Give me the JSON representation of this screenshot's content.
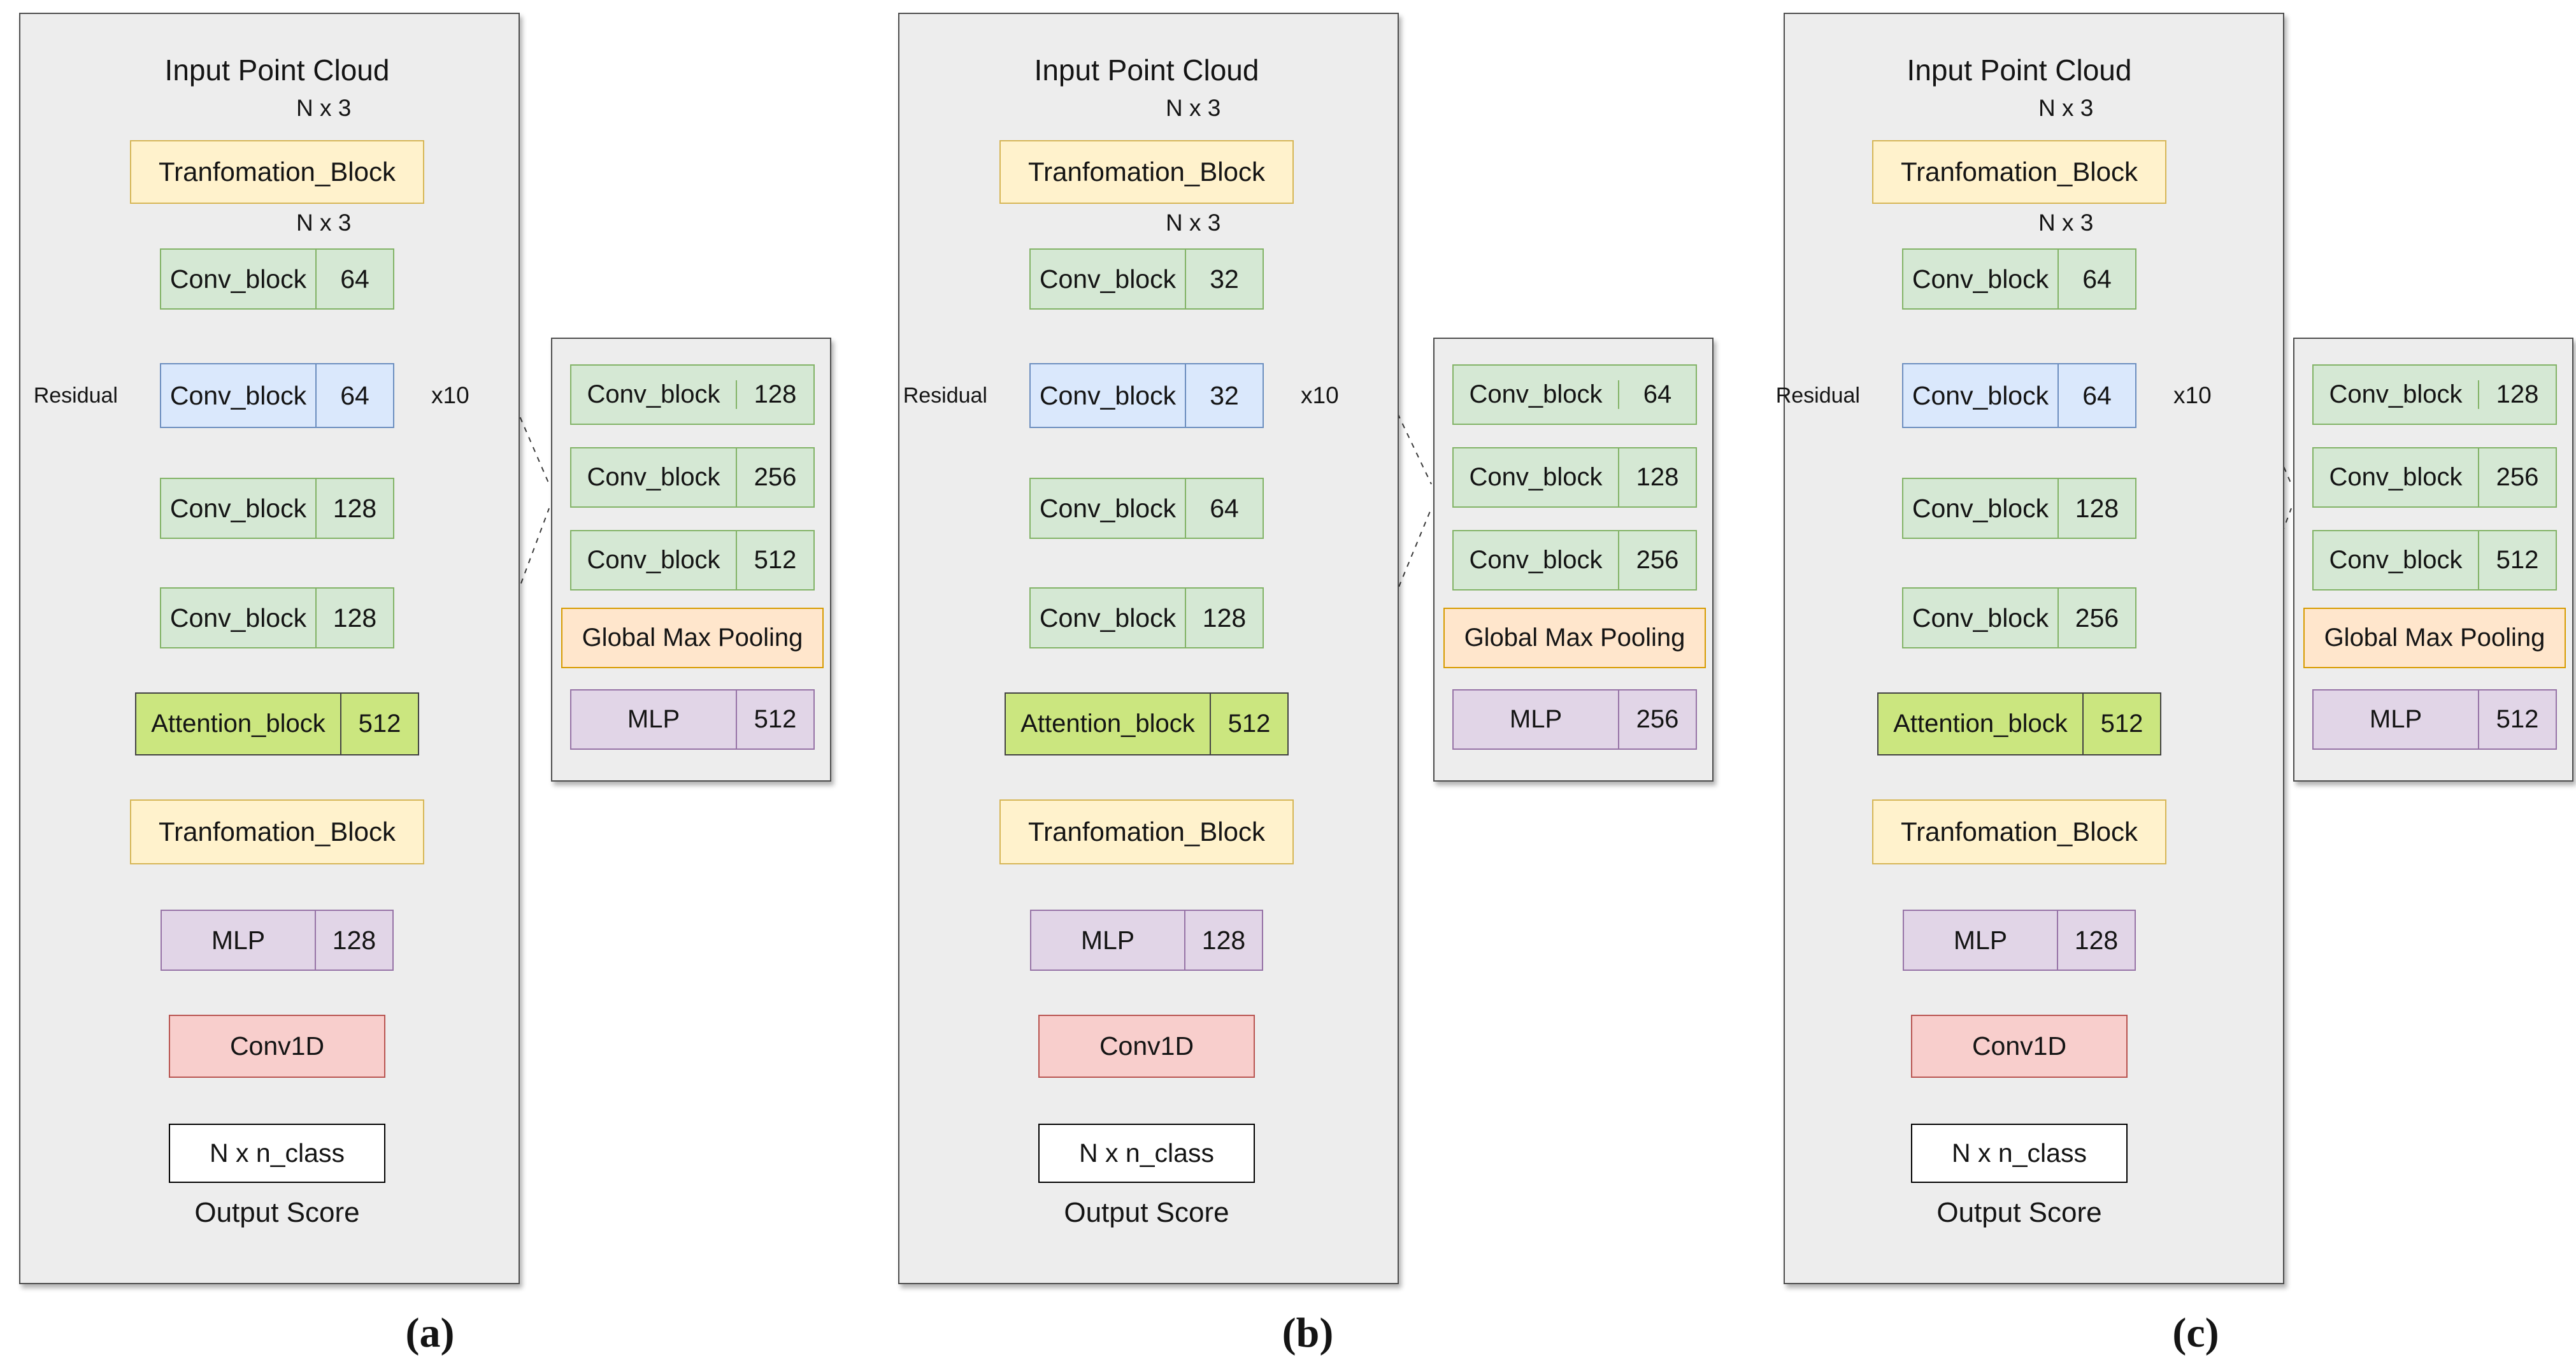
{
  "colors": {
    "transformation_fill": "#fff2cc",
    "transformation_border": "#d6b656",
    "conv_fill": "#d5e8d4",
    "conv_border": "#82b366",
    "residual_fill": "#dae8fc",
    "residual_border": "#6c8ebf",
    "attention_fill": "#cbe67f",
    "attention_border": "#424242",
    "mlp_fill": "#e1d5e7",
    "mlp_border": "#9673a6",
    "conv1d_fill": "#f8cecc",
    "conv1d_border": "#b85450",
    "pooling_fill": "#ffe6cc",
    "pooling_border": "#d79b00",
    "output_fill": "#ffffff",
    "output_border": "#000000",
    "panel_fill": "#ededed",
    "panel_border": "#4d4d4d",
    "arrow": "#000000"
  },
  "panels": [
    {
      "caption": "(a)",
      "input_label": "Input Point Cloud",
      "dim_in": "N x 3",
      "dim_mid": "N x 3",
      "transformation1": "Tranfomation_Block",
      "conv1": {
        "label": "Conv_block",
        "value": "64"
      },
      "residual_conv": {
        "label": "Conv_block",
        "value": "64"
      },
      "repeat_label": "x10",
      "residual_label": "Residual",
      "conv2": {
        "label": "Conv_block",
        "value": "128"
      },
      "conv3": {
        "label": "Conv_block",
        "value": "128"
      },
      "attention": {
        "label": "Attention_block",
        "value": "512"
      },
      "transformation2": "Tranfomation_Block",
      "mlp": {
        "label": "MLP",
        "value": "128"
      },
      "conv1d_label": "Conv1D",
      "output_dim": "N x n_class",
      "output_score": "Output Score",
      "side_panel": {
        "conv_rows": [
          {
            "label": "Conv_block",
            "value": "128"
          },
          {
            "label": "Conv_block",
            "value": "256"
          },
          {
            "label": "Conv_block",
            "value": "512"
          }
        ],
        "pooling": "Global Max Pooling",
        "mlp": {
          "label": "MLP",
          "value": "512"
        }
      }
    },
    {
      "caption": "(b)",
      "input_label": "Input Point Cloud",
      "dim_in": "N x 3",
      "dim_mid": "N x 3",
      "transformation1": "Tranfomation_Block",
      "conv1": {
        "label": "Conv_block",
        "value": "32"
      },
      "residual_conv": {
        "label": "Conv_block",
        "value": "32"
      },
      "repeat_label": "x10",
      "residual_label": "Residual",
      "conv2": {
        "label": "Conv_block",
        "value": "64"
      },
      "conv3": {
        "label": "Conv_block",
        "value": "128"
      },
      "attention": {
        "label": "Attention_block",
        "value": "512"
      },
      "transformation2": "Tranfomation_Block",
      "mlp": {
        "label": "MLP",
        "value": "128"
      },
      "conv1d_label": "Conv1D",
      "output_dim": "N x n_class",
      "output_score": "Output Score",
      "side_panel": {
        "conv_rows": [
          {
            "label": "Conv_block",
            "value": "64"
          },
          {
            "label": "Conv_block",
            "value": "128"
          },
          {
            "label": "Conv_block",
            "value": "256"
          }
        ],
        "pooling": "Global Max Pooling",
        "mlp": {
          "label": "MLP",
          "value": "256"
        }
      }
    },
    {
      "caption": "(c)",
      "input_label": "Input Point Cloud",
      "dim_in": "N x 3",
      "dim_mid": "N x 3",
      "transformation1": "Tranfomation_Block",
      "conv1": {
        "label": "Conv_block",
        "value": "64"
      },
      "residual_conv": {
        "label": "Conv_block",
        "value": "64"
      },
      "repeat_label": "x10",
      "residual_label": "Residual",
      "conv2": {
        "label": "Conv_block",
        "value": "128"
      },
      "conv3": {
        "label": "Conv_block",
        "value": "256"
      },
      "attention": {
        "label": "Attention_block",
        "value": "512"
      },
      "transformation2": "Tranfomation_Block",
      "mlp": {
        "label": "MLP",
        "value": "128"
      },
      "conv1d_label": "Conv1D",
      "output_dim": "N x n_class",
      "output_score": "Output Score",
      "side_panel": {
        "conv_rows": [
          {
            "label": "Conv_block",
            "value": "128"
          },
          {
            "label": "Conv_block",
            "value": "256"
          },
          {
            "label": "Conv_block",
            "value": "512"
          }
        ],
        "pooling": "Global Max Pooling",
        "mlp": {
          "label": "MLP",
          "value": "512"
        }
      }
    }
  ]
}
